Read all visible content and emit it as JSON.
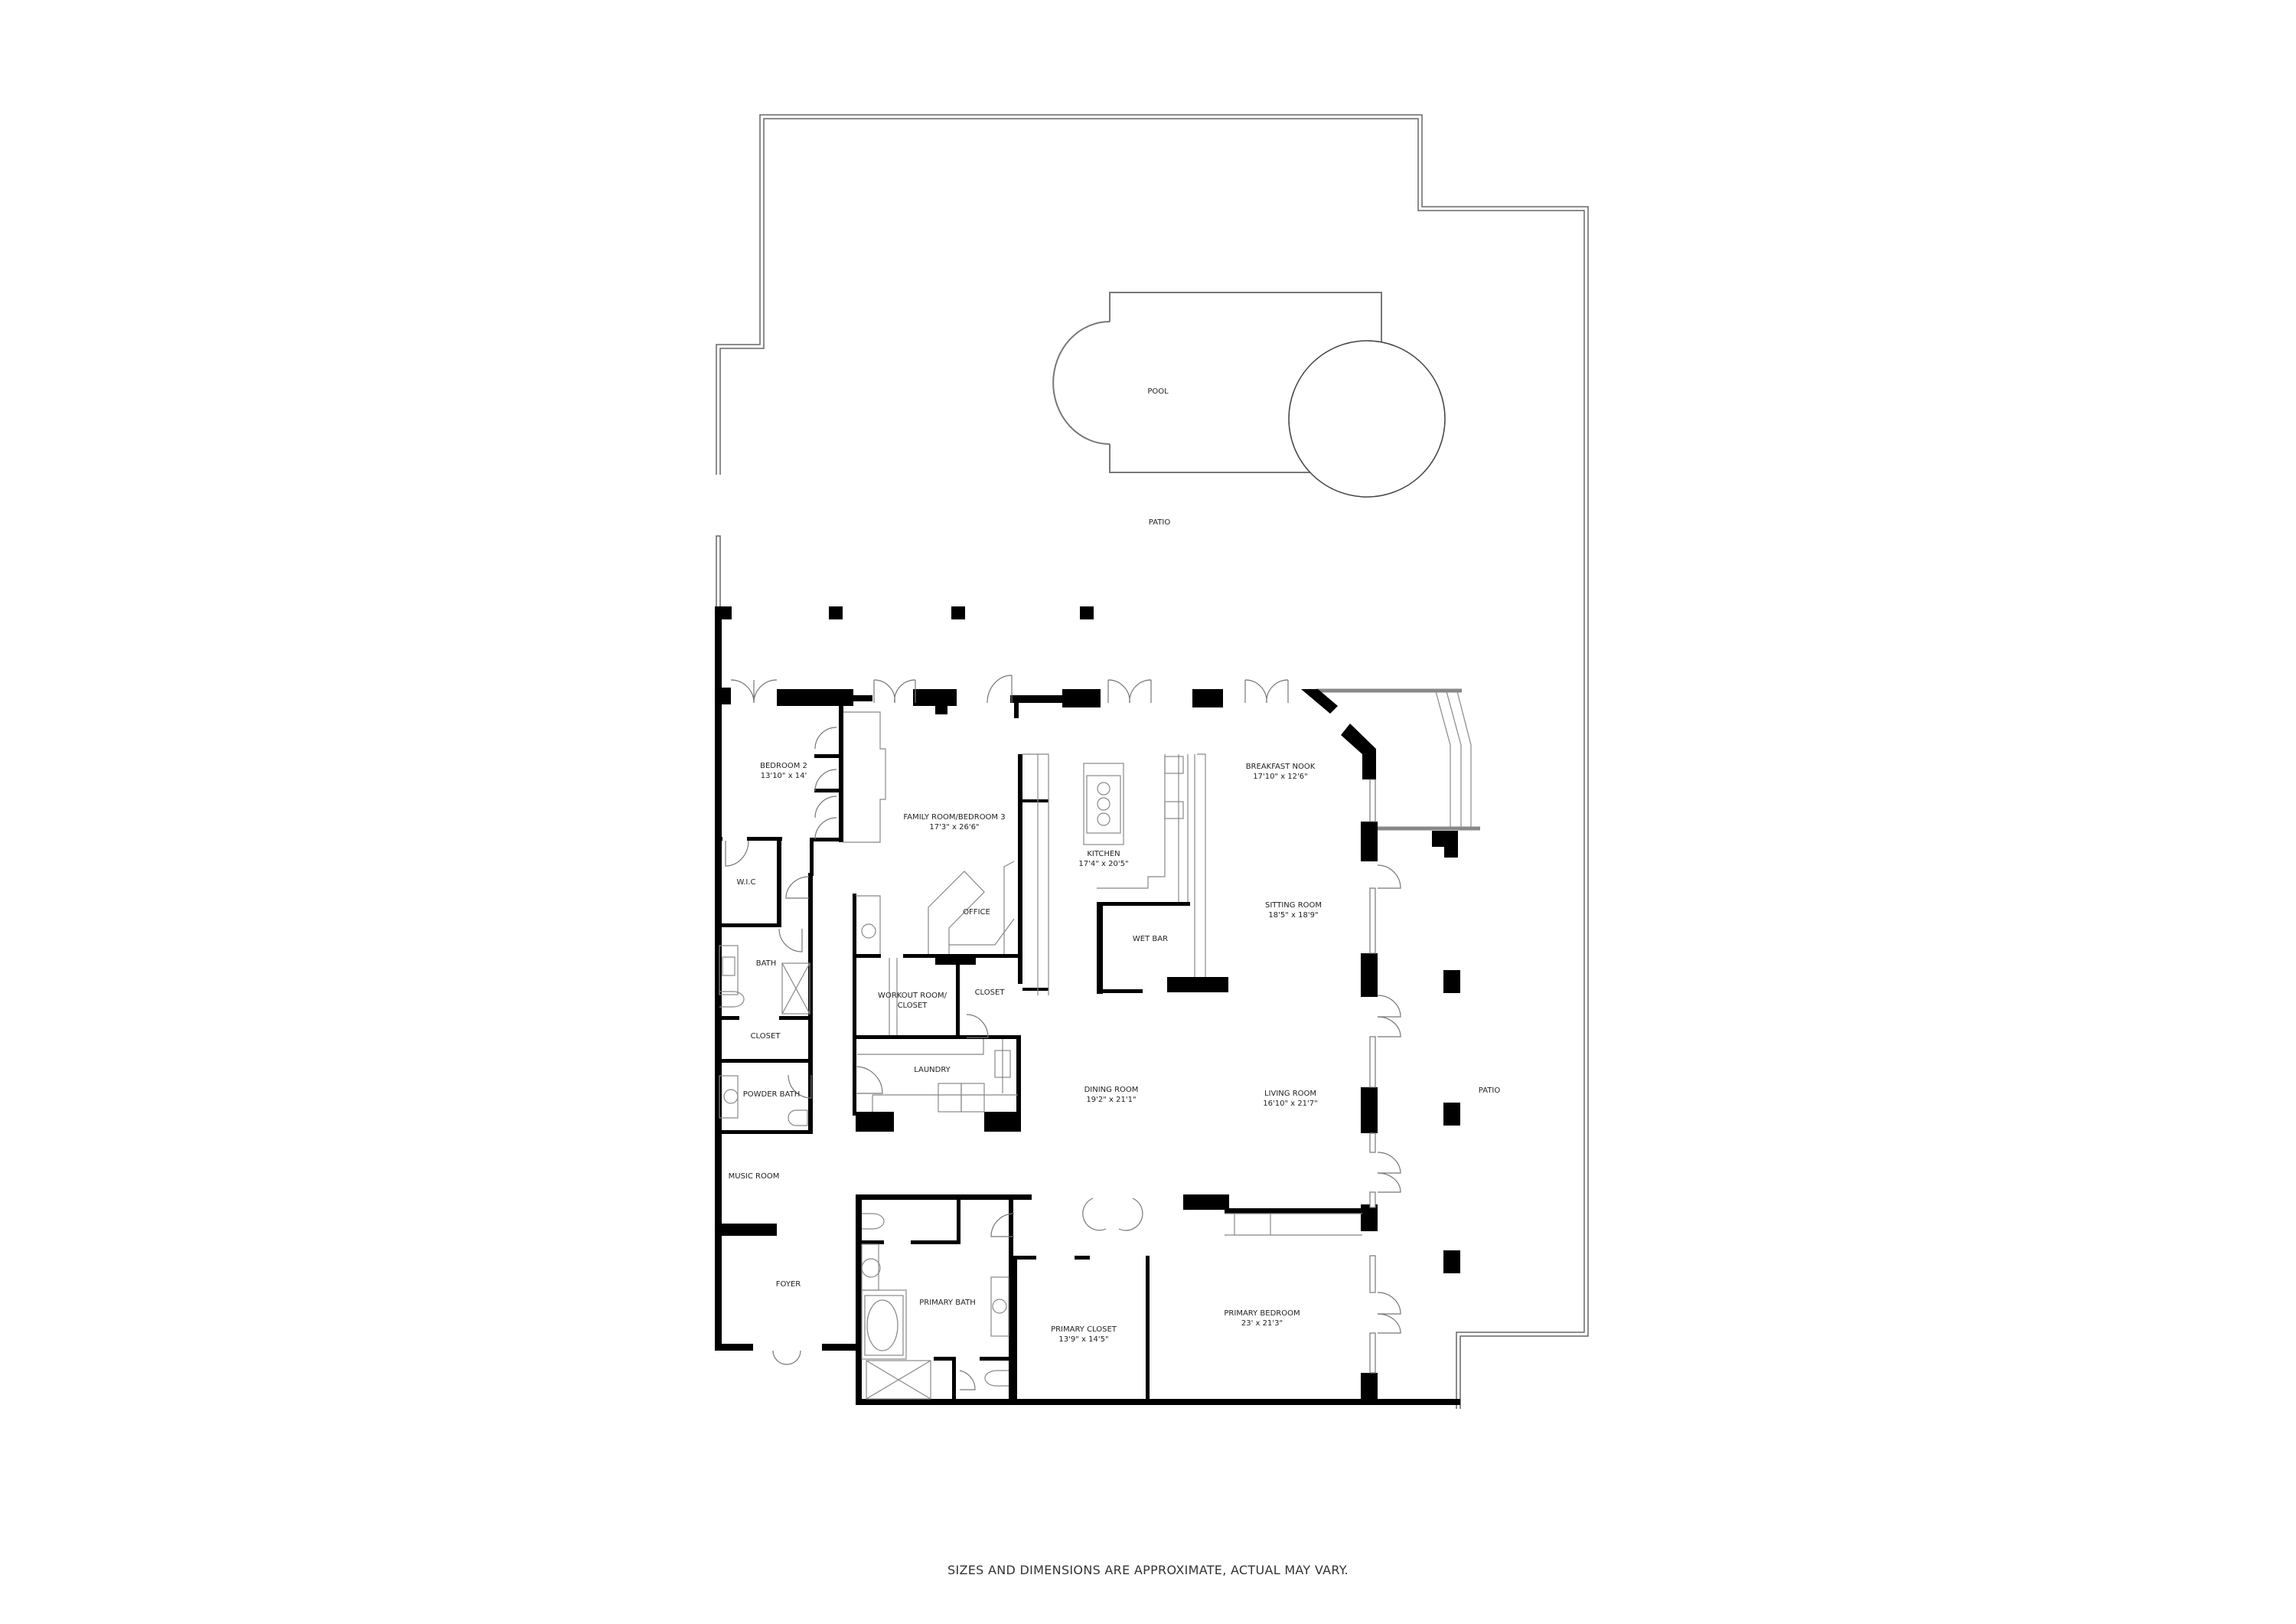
{
  "floorplan": {
    "outdoor": {
      "pool": "POOL",
      "patio_north": "PATIO",
      "patio_east": "PATIO"
    },
    "rooms": [
      {
        "id": "bedroom-2",
        "name": "BEDROOM 2",
        "dims": "13'10\" x 14'"
      },
      {
        "id": "family-room",
        "name": "FAMILY ROOM/BEDROOM 3",
        "dims": "17'3\" x 26'6\""
      },
      {
        "id": "kitchen",
        "name": "KITCHEN",
        "dims": "17'4\" x 20'5\""
      },
      {
        "id": "breakfast-nook",
        "name": "BREAKFAST NOOK",
        "dims": "17'10\" x 12'6\""
      },
      {
        "id": "sitting-room",
        "name": "SITTING ROOM",
        "dims": "18'5\" x 18'9\""
      },
      {
        "id": "wic",
        "name": "W.I.C",
        "dims": ""
      },
      {
        "id": "office",
        "name": "OFFICE",
        "dims": ""
      },
      {
        "id": "wet-bar",
        "name": "WET BAR",
        "dims": ""
      },
      {
        "id": "bath",
        "name": "BATH",
        "dims": ""
      },
      {
        "id": "workout-room",
        "name": "WORKOUT ROOM/",
        "name2": "CLOSET",
        "dims": ""
      },
      {
        "id": "closet-center",
        "name": "CLOSET",
        "dims": ""
      },
      {
        "id": "closet-west",
        "name": "CLOSET",
        "dims": ""
      },
      {
        "id": "laundry",
        "name": "LAUNDRY",
        "dims": ""
      },
      {
        "id": "powder-bath",
        "name": "POWDER BATH",
        "dims": ""
      },
      {
        "id": "dining-room",
        "name": "DINING ROOM",
        "dims": "19'2\" x 21'1\""
      },
      {
        "id": "living-room",
        "name": "LIVING ROOM",
        "dims": "16'10\" x 21'7\""
      },
      {
        "id": "music-room",
        "name": "MUSIC ROOM",
        "dims": ""
      },
      {
        "id": "foyer",
        "name": "FOYER",
        "dims": ""
      },
      {
        "id": "primary-bath",
        "name": "PRIMARY BATH",
        "dims": ""
      },
      {
        "id": "primary-closet",
        "name": "PRIMARY CLOSET",
        "dims": "13'9\" x 14'5\""
      },
      {
        "id": "primary-bedroom",
        "name": "PRIMARY BEDROOM",
        "dims": "23' x 21'3\""
      }
    ],
    "disclaimer": "SIZES AND DIMENSIONS ARE APPROXIMATE, ACTUAL MAY VARY."
  }
}
